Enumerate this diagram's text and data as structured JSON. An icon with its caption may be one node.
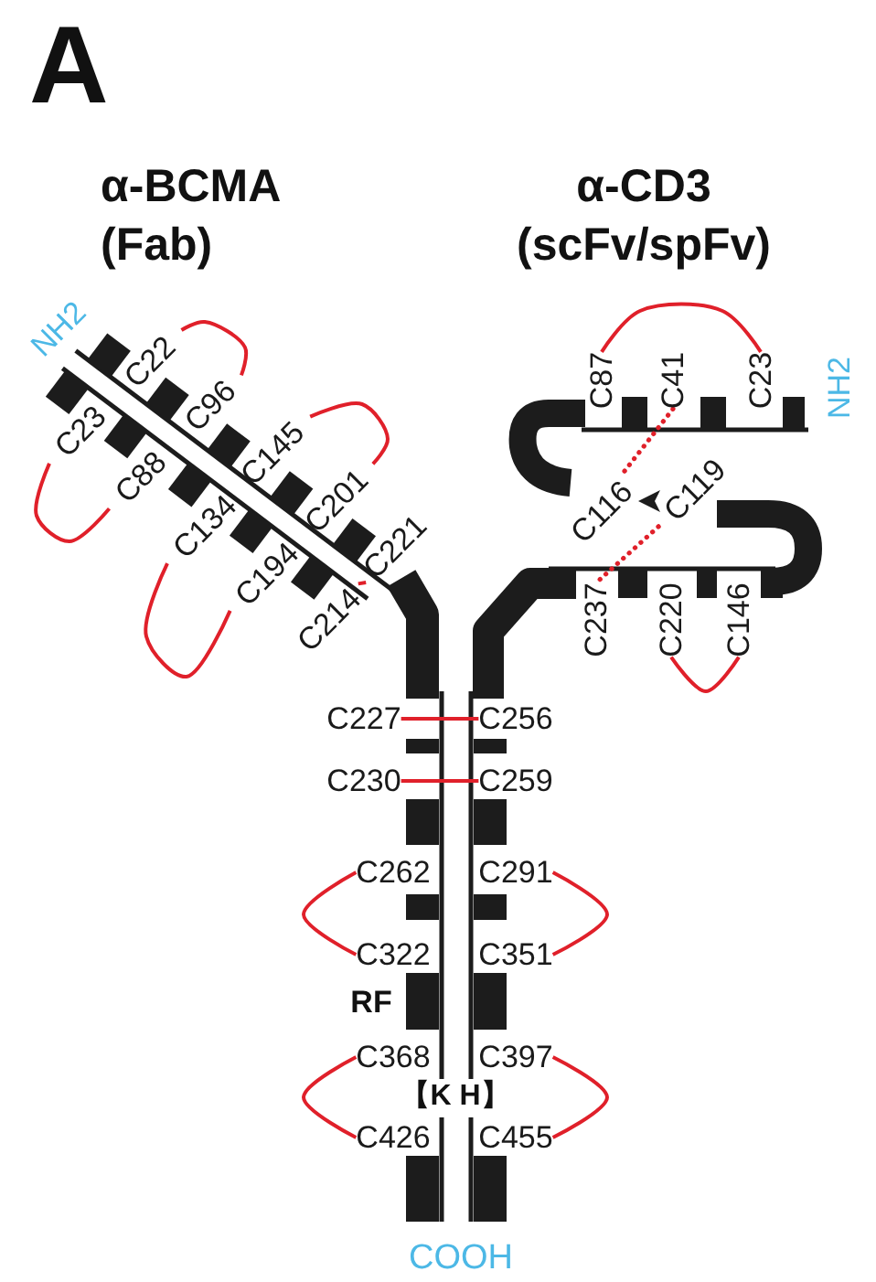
{
  "diagram": {
    "nodes": [
      {
        "text": [
          "C22"
        ]
      },
      {
        "text": [
          "C23"
        ]
      },
      {
        "text": [
          "C96"
        ]
      },
      {
        "text": [
          "C88"
        ]
      },
      {
        "text": [
          "C145"
        ]
      },
      {
        "text": [
          "C134"
        ]
      },
      {
        "text": [
          "C201"
        ]
      },
      {
        "text": [
          "C194"
        ]
      },
      {
        "text": [
          "C221"
        ]
      },
      {
        "text": [
          "C214"
        ]
      },
      {
        "text": [
          "C87"
        ]
      },
      {
        "text": [
          "C41"
        ]
      },
      {
        "text": [
          "C23"
        ]
      },
      {
        "text": [
          "C116"
        ]
      },
      {
        "text": [
          "C119"
        ]
      },
      {
        "text": [
          "C237"
        ]
      },
      {
        "text": [
          "C220"
        ]
      },
      {
        "text": [
          "C146"
        ]
      },
      {
        "text": [
          "C227"
        ]
      },
      {
        "text": [
          "C256"
        ]
      },
      {
        "text": [
          "C230"
        ]
      },
      {
        "text": [
          "C259"
        ]
      },
      {
        "text": [
          "C262"
        ]
      },
      {
        "text": [
          "C291"
        ]
      },
      {
        "text": [
          "C322"
        ]
      },
      {
        "text": [
          "C351"
        ]
      },
      {
        "text": [
          "C368"
        ]
      },
      {
        "text": [
          "C397"
        ]
      },
      {
        "text": [
          "C426"
        ]
      },
      {
        "text": [
          "C455"
        ]
      }
    ],
    "edges": [
      {
        "from": 0,
        "to": 2,
        "arrow": "none"
      },
      {
        "from": 4,
        "to": 6,
        "arrow": "none"
      },
      {
        "from": 1,
        "to": 3,
        "arrow": "none"
      },
      {
        "from": 5,
        "to": 7,
        "arrow": "none"
      },
      {
        "from": 9,
        "to": 8,
        "arrow": "none"
      },
      {
        "from": 10,
        "to": 12,
        "arrow": "none"
      },
      {
        "from": 11,
        "to": 13,
        "arrow": "none",
        "style": "dashed"
      },
      {
        "from": 14,
        "to": 15,
        "arrow": "none",
        "style": "dashed"
      },
      {
        "from": 16,
        "to": 17,
        "arrow": "none"
      },
      {
        "from": 18,
        "to": 19,
        "arrow": "none"
      },
      {
        "from": 20,
        "to": 21,
        "arrow": "none"
      },
      {
        "from": 22,
        "to": 24,
        "arrow": "none"
      },
      {
        "from": 23,
        "to": 25,
        "arrow": "none"
      },
      {
        "from": 26,
        "to": 28,
        "arrow": "none"
      },
      {
        "from": 27,
        "to": 29,
        "arrow": "none"
      }
    ],
    "labels": [
      "A",
      "α-BCMA (Fab)",
      "α-CD3 (scFv/spFv)",
      "NH2",
      "NH2",
      "RF",
      "【K H】",
      "COOH"
    ]
  }
}
